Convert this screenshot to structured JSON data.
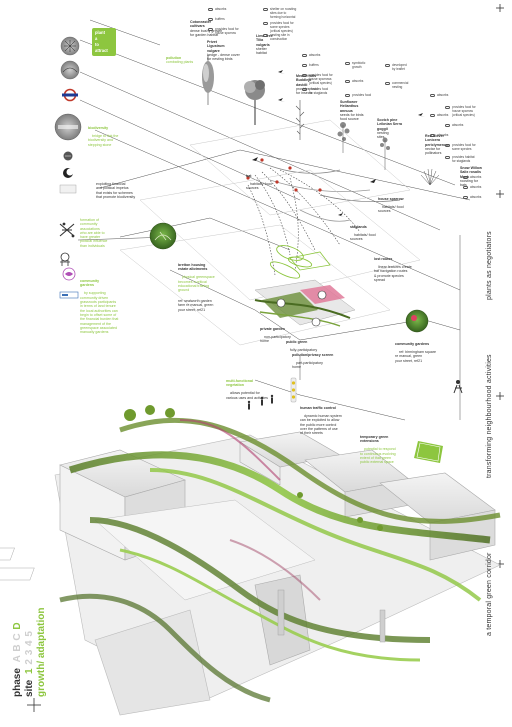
{
  "colors": {
    "accent_green": "#8dc63f",
    "text_gray": "#333333",
    "ghost": "#d0d0d0"
  },
  "tag": {
    "line1": "plant",
    "line2": "a",
    "line3": "to",
    "line4": "attract"
  },
  "side_labels": {
    "negotiators": "plants as negotiators",
    "activities": "transforming neighbourhood activities",
    "corridor": "a temporal green corridor"
  },
  "footer": {
    "phase_word": "phase",
    "phase_letters": [
      "A",
      "B",
      "C",
      "D"
    ],
    "site_word": "site",
    "site_numbers": [
      "1",
      "2",
      "3",
      "4",
      "5"
    ],
    "growth": "growth/ adaptation"
  },
  "labels": {
    "pollution": {
      "title": "pollution",
      "body": "combating plants"
    },
    "biodiversity": {
      "title": "biodiversity",
      "body": "bridge to link the\nbiodiversity and\nstepping stone"
    },
    "policy": "exploiting financial\nand political impetus\nthat exists for schemes\nthat promote biodiversity",
    "guerilla": "formation of\ncommunity\nassociations\nwho are able to\nhave greater\npolitical influence\nthan individuals",
    "community_gardens": {
      "title": "community\ngardens",
      "body": "by supporting\ncommunity driven\ngrassroots participants\nin terms of land tenure\nthe local authorities can\nbegin to offset some of\nthe financial burden that\nmanagement of the\ngreenspace associated\nmanually gardens"
    },
    "estate": {
      "title": "bretton housing\nestate allotments",
      "body": "physical greenspace\nbecomes a critical\neducational training\nground",
      "ref": "ref: sealworth garden\nfarm re manual, green\nyour street, ref21"
    },
    "private_garden": {
      "title": "private garden",
      "body": "non-participatory\nhome"
    },
    "public_green": {
      "title": "public green",
      "body": "fully-participatory"
    },
    "screen": {
      "title": "pollution/privacy screen",
      "body": "part-participatory\nhome"
    },
    "community_gardens_b": {
      "title": "community gardens",
      "body": "ref: birmingham square\nre manual, green\nyour street, ref21"
    },
    "lost_routes": {
      "title": "lost routes",
      "body": "linear features create\nbat navigation routes\n& promote species\nspread"
    },
    "bat": {
      "title": "bat",
      "body": "habitats/ food\nsources"
    },
    "house_sparrow": {
      "title": "house sparrow",
      "body": "habitats/ food\nsources"
    },
    "staglands": {
      "title": "staglands",
      "body": "habitats/ food\nsources"
    },
    "multi_functional": {
      "title": "multi-functional\nvegetation",
      "body": "allows potential for\nvarious uses and activities"
    },
    "human_traffic": {
      "title": "human traffic control",
      "body": "dynamic human system\ncan be exploited to allow\nthe public more control\nover the patterns of use\nof their streets"
    },
    "temporary_green": {
      "title": "temporary green\nextensions",
      "body": "potential to respond\nto continuous evolving\nextent of that green\npublic external space"
    }
  },
  "plants": [
    {
      "name": "Cotoneaster\ncultivars",
      "note": "dense bushy growth\nfor garden habitat"
    },
    {
      "name": "Privet\nLigustrum\nvulgare",
      "note": "hedge - dense cover\nfor nesting birds"
    },
    {
      "name": "Lime Tree\nTilia\nvulgaris",
      "note": "shelter\nhabitat"
    },
    {
      "name": "Medio fratis\nBuddleja\ndavidii",
      "note": "provides food\nfor insects"
    },
    {
      "name": "Sunflower\nHelianthus\nannuus",
      "note": "seeds for birds\nfood source"
    },
    {
      "name": "Scotch pine\nLeibnian Serra\ngoggii",
      "note": "nesting\nsites"
    },
    {
      "name": "Red Clover\nLonicera\npericlymenum",
      "note": "nectar for\npollinators"
    },
    {
      "name": "Snow Willow\nSalix rosalis\nMock",
      "note": "roosting for\nbats"
    }
  ],
  "benefits": [
    "absorbs",
    "buffers",
    "provides food for\nhouse sparrow",
    "shelter on roosting\nsites due to\nforming horizontal",
    "provides food for\nsome species\n(critical species)",
    "nesting site in\nconstruction",
    "absorbs",
    "buffers",
    "provides food for\nhouse sparrows\n(critical species)",
    "provides food\nfor staglands",
    "symbiotic\ngrowth",
    "developed\nby leaflet",
    "absorbs",
    "commercial\nnesting",
    "provides food",
    "absorbs",
    "provides food for\nhouse sparrow\n(critical species)",
    "absorbs",
    "absorbs",
    "absorbs",
    "provides food for\nsome species",
    "provides habitat\nfor staglands",
    "absorbs",
    "absorbs",
    "absorbs"
  ],
  "icons": [
    "seed-head-icon",
    "moth-icon",
    "underground-roundel-icon",
    "bush-icon",
    "natural-england-logo",
    "leaf-logo",
    "moon-logo",
    "council-logo",
    "wheelbarrow-icon",
    "tools-icon",
    "hands-icon",
    "green-logo",
    "housing-logo",
    "walking-figure-icon",
    "person-dog-icon"
  ]
}
